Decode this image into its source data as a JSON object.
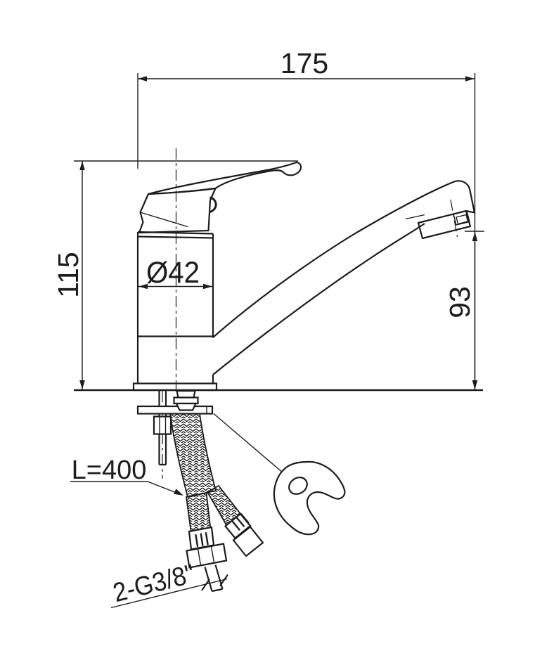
{
  "sheet": {
    "type": "technical-dimension-drawing",
    "subject": "single-lever sink mixer faucet, side view with flexible supply hoses",
    "background": "#ffffff",
    "ink_color": "#1c1c1c"
  },
  "labels": {
    "spout_reach": "175",
    "overall_height": "115",
    "body_diameter": "Ø42",
    "spout_outlet_height": "93",
    "hose_length": "L=400",
    "hose_connection_thread": "2-G3/8\""
  }
}
